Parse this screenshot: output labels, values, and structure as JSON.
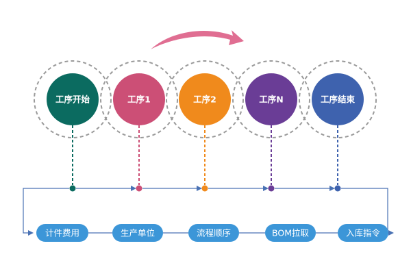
{
  "steps": [
    {
      "label": "工序开始",
      "color": "#0b6b60"
    },
    {
      "label": "工序1",
      "color": "#cc4f76"
    },
    {
      "label": "工序2",
      "color": "#f08a1c"
    },
    {
      "label": "工序N",
      "color": "#6a3d96"
    },
    {
      "label": "工序结束",
      "color": "#3e62ae"
    }
  ],
  "functions": [
    {
      "label": "计件费用"
    },
    {
      "label": "生产单位"
    },
    {
      "label": "流程顺序"
    },
    {
      "label": "BOM拉取"
    },
    {
      "label": "入库指令"
    }
  ],
  "colors": {
    "ring_dash": "#9a9a9a",
    "pill": "#3c96d8",
    "flow_line": "#4a72b4",
    "top_arrow": "#e06e92"
  },
  "icons": {
    "top_arrow": "curved-arrow-icon",
    "flow_arrow": "arrowhead-icon"
  }
}
